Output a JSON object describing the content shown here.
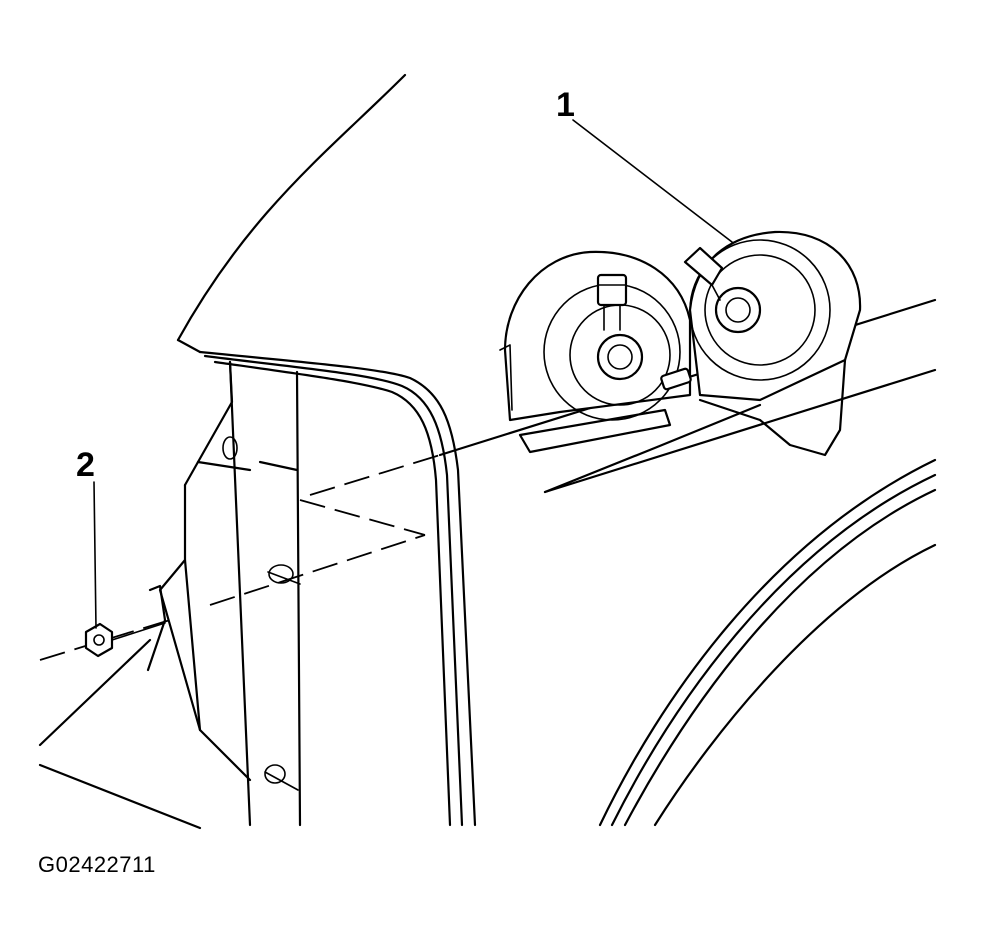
{
  "callouts": [
    {
      "label": "1"
    },
    {
      "label": "2"
    }
  ],
  "figure_id": "G02422711"
}
